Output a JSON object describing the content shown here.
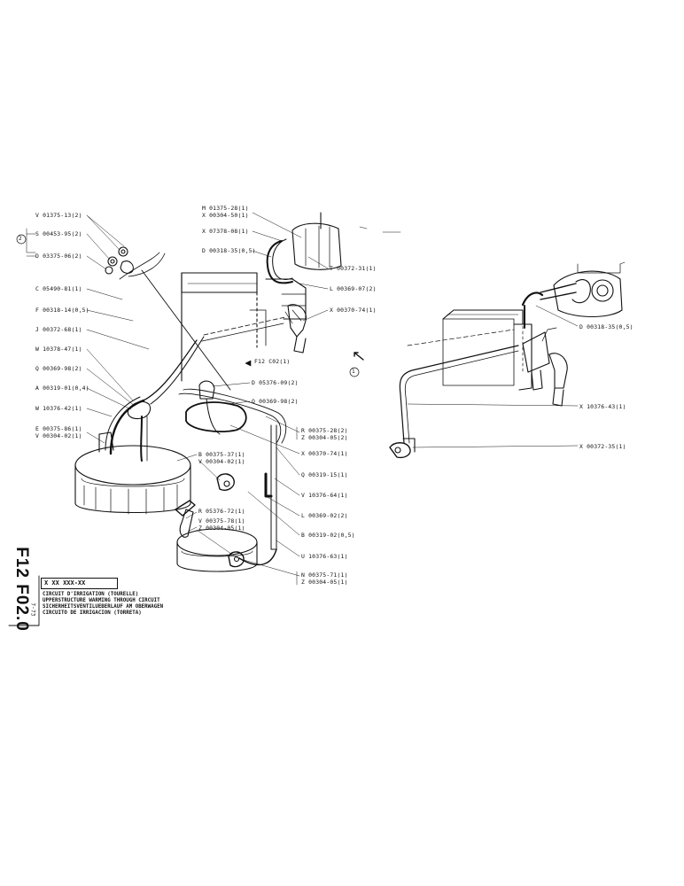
{
  "sheet_code": "F12 F02.0",
  "sheet_date": "7-73",
  "title_block": {
    "ref": "X XX XXX-XX",
    "lines": [
      "CIRCUIT D'IRRIGATION (TOURELLE)",
      "UPPERSTRUCTURE WARMING THROUGH CIRCUIT",
      "SICHERHEITSVENTILUEBERLAUF AM OBERWAGEN",
      "CIRCUITO DE IRRIGACION (TORRETA)"
    ]
  },
  "group_marker": "2",
  "view_marker": "1",
  "ref_note": "F12   C02(1)",
  "labels_left": [
    "V 01375-13(2)",
    "S 00453-95(2)",
    "D 03375-06(2)",
    "C 05490-81(1)",
    "F 00318-14(0,5)",
    "J 00372-68(1)",
    "W 10378-47(1)",
    "Q 00369-98(2)",
    "A 00319-01(0,4)",
    "W 10376-42(1)",
    "E 00375-86(1)",
    "V 00304-02(1)"
  ],
  "labels_top": [
    "M 01375-28(1)",
    "X 00304-50(1)",
    "X 07378-08(1)",
    "D 00318-35(0,5)",
    "T 00372-31(1)",
    "L 00369-07(2)",
    "X 00370-74(1)"
  ],
  "labels_mid": [
    "D 05376-09(2)",
    "Q 00369-98(2)",
    "R 00375-28(2)",
    "Z 00304-05(2)",
    "X 00370-74(1)",
    "Q 00319-15(1)",
    "V 10376-64(1)",
    "L 00369-02(2)",
    "B 00319-02(0,5)",
    "U 10376-63(1)",
    "N 00375-71(1)",
    "Z 00304-05(1)"
  ],
  "labels_lower": [
    "B 00375-37(1)",
    "V 00304-02(1)",
    "R 05376-72(1)",
    "V 00375-78(1)",
    "Z 00304-05(1)"
  ],
  "labels_right": [
    "D 00318-35(0,5)",
    "X 10376-43(1)",
    "X 00372-35(1)"
  ]
}
